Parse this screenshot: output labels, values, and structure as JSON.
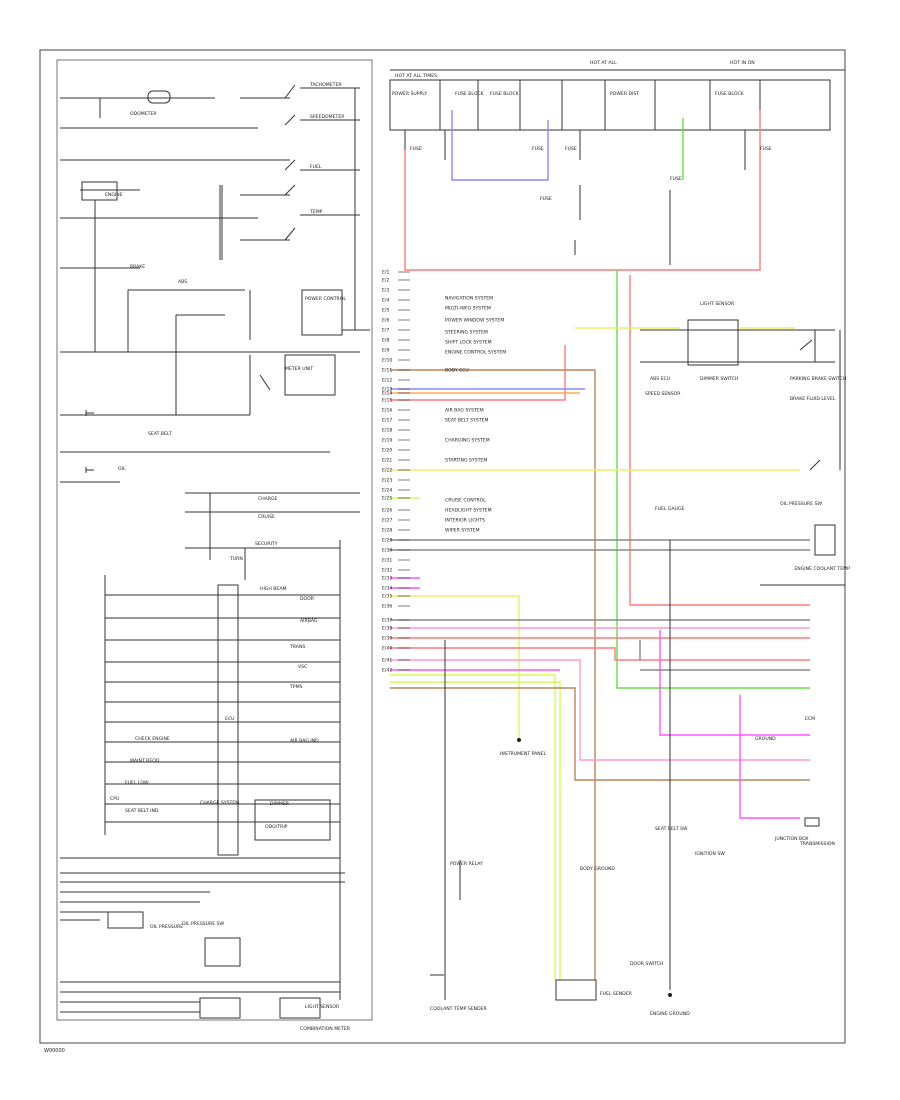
{
  "frame": {
    "footer_code": "W00000",
    "bottom_caption": "COMBINATION METER"
  },
  "wire_colors": {
    "red": "#ff7a7a",
    "blue": "#8888ff",
    "green": "#66dd44",
    "lime": "#ccff55",
    "yellow": "#eeee66",
    "orange": "#ffaa55",
    "magenta": "#ff55ff",
    "pink": "#ff99cc",
    "brown": "#b8865a",
    "gray": "#888888"
  },
  "top_right": {
    "top_labels": [
      "HOT AT ALL TIMES",
      "HOT AT ALL",
      "HOT IN ON"
    ],
    "fuse_boxes": [
      "POWER SUPPLY",
      "FUSE BLOCK",
      "FUSE BLOCK",
      "POWER DIST",
      "FUSE BLOCK"
    ],
    "fuse_labels": [
      "FUSE",
      "FUSE",
      "FUSE",
      "FUSE",
      "FUSE",
      "FUSE"
    ]
  },
  "left_panel": {
    "labels": [
      "TACHOMETER",
      "SPEEDOMETER",
      "FUEL",
      "TEMP",
      "ODOMETER",
      "ENGINE",
      "BRAKE",
      "ABS",
      "SEAT BELT",
      "OIL",
      "CHARGE",
      "CRUISE",
      "TURN",
      "HIGH BEAM",
      "SECURITY",
      "DOOR",
      "AIRBAG",
      "ECU",
      "TRANS",
      "VSC",
      "TPMS",
      "CHECK ENGINE",
      "MAINT REQD",
      "FUEL LOW",
      "CHARGE SYSTEM",
      "SEAT BELT IND",
      "AIR BAG IND",
      "OIL PRESSURE",
      "OIL PRESSURE SW",
      "DIMMER",
      "ODO/TRIP",
      "LIGHT SENSOR",
      "POWER CONTROL",
      "METER UNIT",
      "CPU"
    ],
    "connector_label": "COMBINATION METER"
  },
  "middle_pins": [
    "E/1",
    "E/2",
    "E/3",
    "E/4",
    "E/5",
    "E/6",
    "E/7",
    "E/8",
    "E/9",
    "E/10",
    "E/11",
    "E/12",
    "E/13",
    "E/14",
    "E/15",
    "E/16",
    "E/17",
    "E/18",
    "E/19",
    "E/20",
    "E/21",
    "E/22",
    "E/23",
    "E/24",
    "E/25",
    "E/26",
    "E/27",
    "E/28",
    "E/29",
    "E/30",
    "E/31",
    "E/32",
    "E/33",
    "E/34",
    "E/35",
    "E/36",
    "E/37",
    "E/38",
    "E/39",
    "E/40",
    "E/41",
    "E/42"
  ],
  "middle_systems": [
    "NAVIGATION SYSTEM",
    "MULTI-INFO SYSTEM",
    "POWER WINDOW SYSTEM",
    "STEERING SYSTEM",
    "SHIFT LOCK SYSTEM",
    "ENGINE CONTROL SYSTEM",
    "BODY ECU",
    "AIR BAG SYSTEM",
    "SEAT BELT SYSTEM",
    "CHARGING SYSTEM",
    "STARTING SYSTEM",
    "CRUISE CONTROL",
    "HEADLIGHT SYSTEM",
    "INTERIOR LIGHTS",
    "WIPER SYSTEM"
  ],
  "right_components": [
    "LIGHT SENSOR",
    "DIMMER SWITCH",
    "PARKING BRAKE SWITCH",
    "BRAKE FLUID LEVEL",
    "ABS ECU",
    "OIL PRESSURE SW",
    "FUEL GAUGE",
    "ENGINE COOLANT TEMP",
    "SPEED SENSOR",
    "ECM",
    "GROUND",
    "JUNCTION BOX",
    "TRANSMISSION",
    "SEAT BELT SW",
    "DOOR SWITCH",
    "IGNITION SW",
    "POWER RELAY",
    "BODY GROUND",
    "FUEL SENDER",
    "COOLANT TEMP SENDER",
    "ENGINE GROUND",
    "INSTRUMENT PANEL"
  ]
}
